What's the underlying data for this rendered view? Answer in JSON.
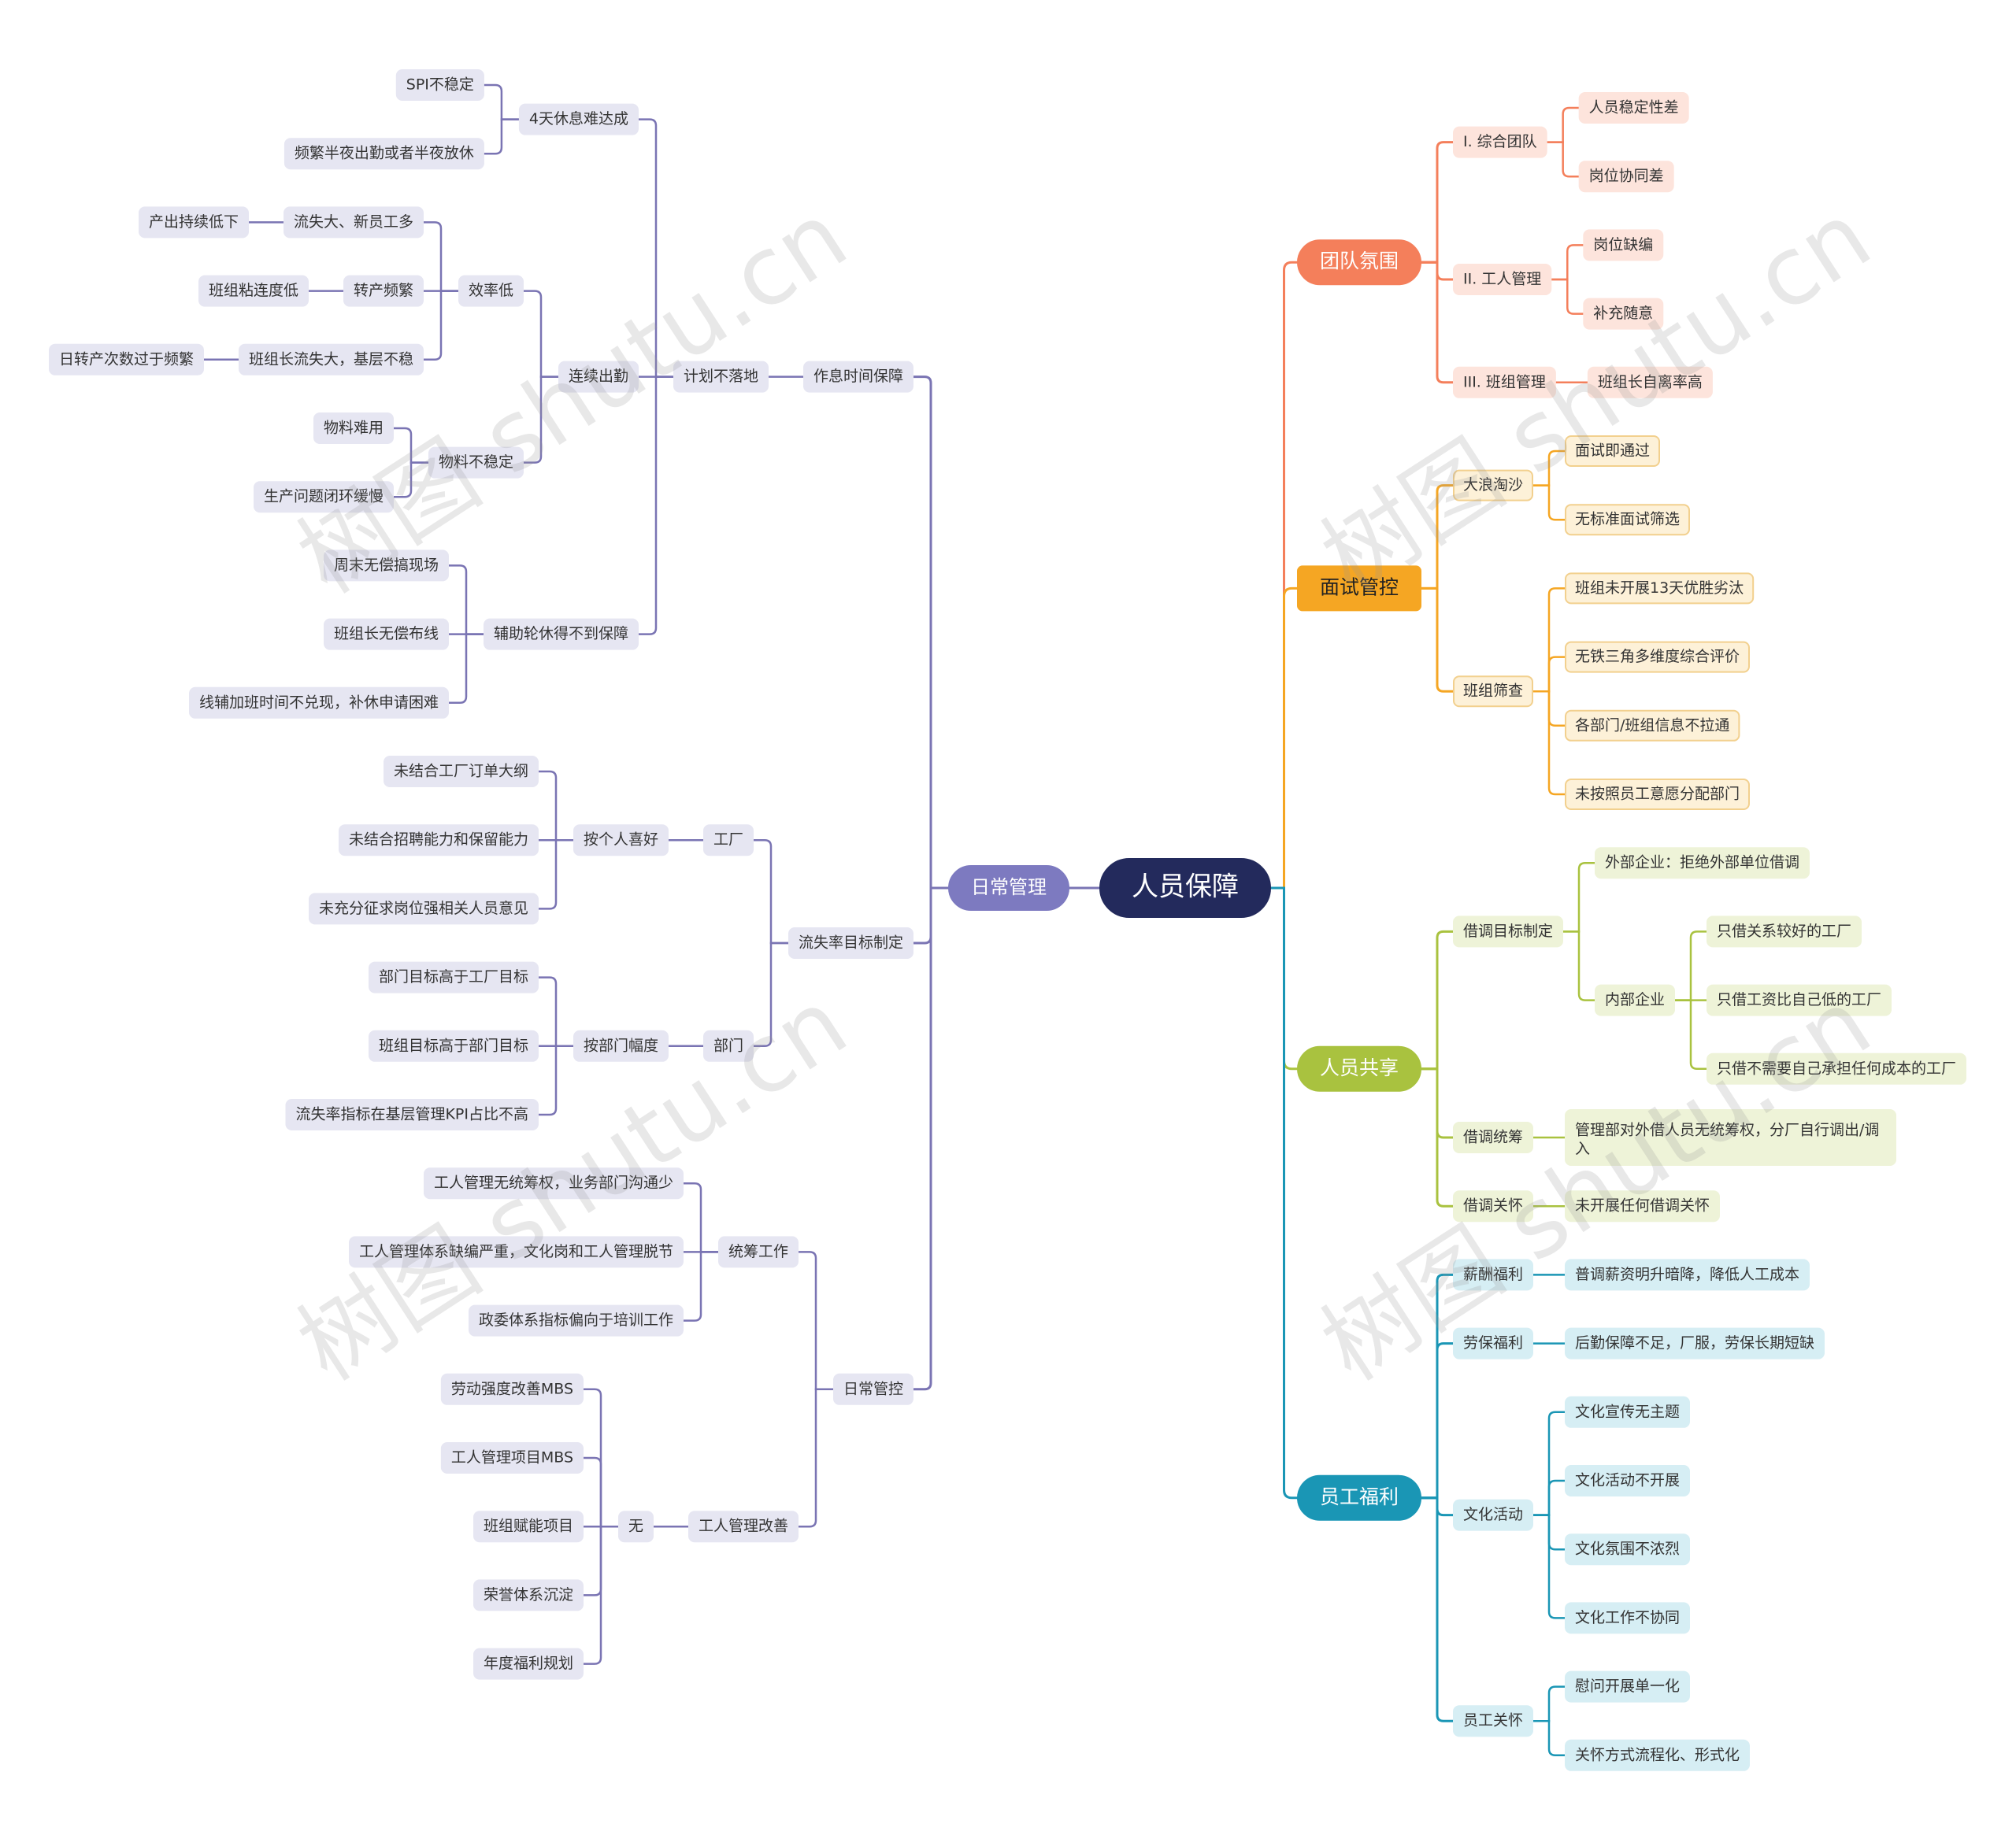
{
  "root": {
    "label": "人员保障"
  },
  "left": [
    {
      "label": "日常管理",
      "children": [
        {
          "label": "作息时间保障",
          "children": [
            {
              "label": "计划不落地",
              "children": [
                {
                  "label": "4天休息难达成",
                  "children": [
                    {
                      "label": "SPI不稳定"
                    },
                    {
                      "label": "频繁半夜出勤或者半夜放休"
                    }
                  ]
                },
                {
                  "label": "连续出勤",
                  "children": [
                    {
                      "label": "效率低",
                      "children": [
                        {
                          "label": "流失大、新员工多",
                          "children": [
                            {
                              "label": "产出持续低下"
                            }
                          ]
                        },
                        {
                          "label": "转产频繁",
                          "children": [
                            {
                              "label": "班组粘连度低"
                            }
                          ]
                        },
                        {
                          "label": "班组长流失大，基层不稳",
                          "children": [
                            {
                              "label": "日转产次数过于频繁"
                            }
                          ]
                        }
                      ]
                    },
                    {
                      "label": "物料不稳定",
                      "children": [
                        {
                          "label": "物料难用"
                        },
                        {
                          "label": "生产问题闭环缓慢"
                        }
                      ]
                    }
                  ]
                },
                {
                  "label": "辅助轮休得不到保障",
                  "children": [
                    {
                      "label": "周末无偿搞现场"
                    },
                    {
                      "label": "班组长无偿布线"
                    },
                    {
                      "label": "线辅加班时间不兑现，补休申请困难"
                    }
                  ]
                }
              ]
            }
          ]
        },
        {
          "label": "流失率目标制定",
          "children": [
            {
              "label": "工厂",
              "children": [
                {
                  "label": "按个人喜好",
                  "children": [
                    {
                      "label": "未结合工厂订单大纲"
                    },
                    {
                      "label": "未结合招聘能力和保留能力"
                    },
                    {
                      "label": "未充分征求岗位强相关人员意见"
                    }
                  ]
                }
              ]
            },
            {
              "label": "部门",
              "children": [
                {
                  "label": "按部门幅度",
                  "children": [
                    {
                      "label": "部门目标高于工厂目标"
                    },
                    {
                      "label": "班组目标高于部门目标"
                    },
                    {
                      "label": "流失率指标在基层管理KPI占比不高"
                    }
                  ]
                }
              ]
            }
          ]
        },
        {
          "label": "日常管控",
          "children": [
            {
              "label": "统筹工作",
              "children": [
                {
                  "label": "工人管理无统筹权，业务部门沟通少"
                },
                {
                  "label": "工人管理体系缺编严重，文化岗和工人管理脱节"
                },
                {
                  "label": "政委体系指标偏向于培训工作"
                }
              ]
            },
            {
              "label": "工人管理改善",
              "children": [
                {
                  "label": "无",
                  "children": [
                    {
                      "label": "劳动强度改善MBS"
                    },
                    {
                      "label": "工人管理项目MBS"
                    },
                    {
                      "label": "班组赋能项目"
                    },
                    {
                      "label": "荣誉体系沉淀"
                    },
                    {
                      "label": "年度福利规划"
                    }
                  ]
                }
              ]
            }
          ]
        }
      ]
    }
  ],
  "right": [
    {
      "label": "团队氛围",
      "color": "#f47f5b",
      "children": [
        {
          "label": "I. 综合团队",
          "children": [
            {
              "label": "人员稳定性差"
            },
            {
              "label": "岗位协同差"
            }
          ]
        },
        {
          "label": "II. 工人管理",
          "children": [
            {
              "label": "岗位缺编"
            },
            {
              "label": "补充随意"
            }
          ]
        },
        {
          "label": "III. 班组管理",
          "children": [
            {
              "label": "班组长自离率高"
            }
          ]
        }
      ]
    },
    {
      "label": "面试管控",
      "color": "#f5a623",
      "children": [
        {
          "label": "大浪淘沙",
          "children": [
            {
              "label": "面试即通过"
            },
            {
              "label": "无标准面试筛选"
            }
          ]
        },
        {
          "label": "班组筛查",
          "children": [
            {
              "label": "班组未开展13天优胜劣汰"
            },
            {
              "label": "无铁三角多维度综合评价"
            },
            {
              "label": "各部门/班组信息不拉通"
            },
            {
              "label": "未按照员工意愿分配部门"
            }
          ]
        }
      ]
    },
    {
      "label": "人员共享",
      "color": "#a9c23f",
      "children": [
        {
          "label": "借调目标制定",
          "children": [
            {
              "label": "外部企业：拒绝外部单位借调"
            },
            {
              "label": "内部企业",
              "children": [
                {
                  "label": "只借关系较好的工厂"
                },
                {
                  "label": "只借工资比自己低的工厂"
                },
                {
                  "label": "只借不需要自己承担任何成本的工厂"
                }
              ]
            }
          ]
        },
        {
          "label": "借调统筹",
          "children": [
            {
              "label": "管理部对外借人员无统筹权，分厂自行调出/调入"
            }
          ]
        },
        {
          "label": "借调关怀",
          "children": [
            {
              "label": "未开展任何借调关怀"
            }
          ]
        }
      ]
    },
    {
      "label": "员工福利",
      "color": "#1a96b5",
      "children": [
        {
          "label": "薪酬福利",
          "children": [
            {
              "label": "普调薪资明升暗降，降低人工成本"
            }
          ]
        },
        {
          "label": "劳保福利",
          "children": [
            {
              "label": "后勤保障不足，厂服，劳保长期短缺"
            }
          ]
        },
        {
          "label": "文化活动",
          "children": [
            {
              "label": "文化宣传无主题"
            },
            {
              "label": "文化活动不开展"
            },
            {
              "label": "文化氛围不浓烈"
            },
            {
              "label": "文化工作不协同"
            }
          ]
        },
        {
          "label": "员工关怀",
          "children": [
            {
              "label": "慰问开展单一化"
            },
            {
              "label": "关怀方式流程化、形式化"
            }
          ]
        }
      ]
    }
  ],
  "watermark": "树图 shutu.cn"
}
